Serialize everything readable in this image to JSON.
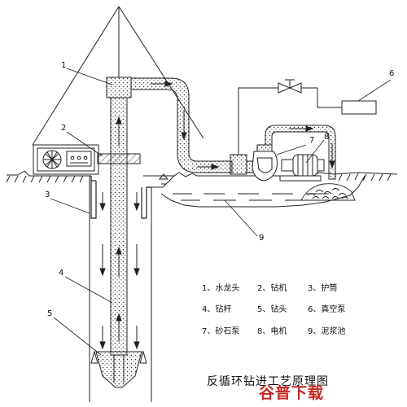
{
  "diagram": {
    "title": "反循环钻进工艺原理图",
    "watermark": "谷普下载",
    "callouts": [
      "1",
      "2",
      "3",
      "4",
      "5",
      "6",
      "7",
      "8",
      "9"
    ],
    "legend": [
      [
        "1、水龙头",
        "2、钻机",
        "3、护筒"
      ],
      [
        "4、钻杆",
        "5、钻头",
        "6、真空泵"
      ],
      [
        "7、砂石泵",
        "8、电机",
        "9、泥浆池"
      ]
    ],
    "colors": {
      "line": "#222222",
      "accent": "#c32a26",
      "background": "#ffffff"
    }
  }
}
